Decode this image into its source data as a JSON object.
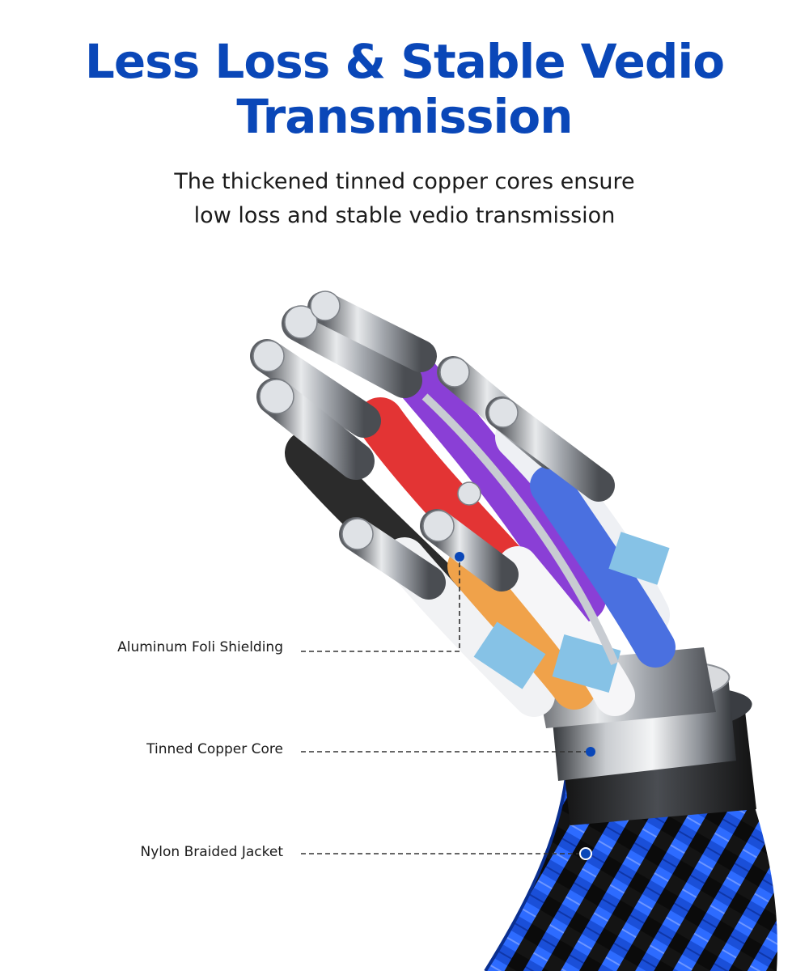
{
  "header": {
    "title_line1": "Less Loss & Stable Vedio",
    "title_line2": "Transmission",
    "subtitle_line1": "The thickened tinned copper cores ensure",
    "subtitle_line2": "low loss and stable vedio transmission"
  },
  "callouts": [
    {
      "label": "Aluminum Foli Shielding"
    },
    {
      "label": "Tinned Copper Core"
    },
    {
      "label": "Nylon Braided Jacket"
    }
  ],
  "colors": {
    "title": "#0a47b8",
    "callout_dot": "#0a47b8",
    "braid_blue": "#1a4fd8",
    "braid_black": "#141414"
  }
}
